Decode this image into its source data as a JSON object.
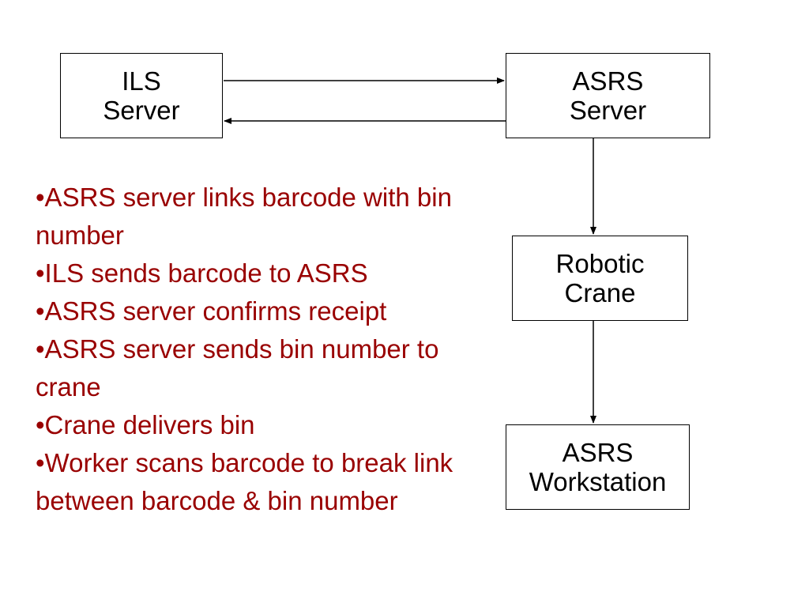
{
  "boxes": {
    "ils_server": {
      "line1": "ILS",
      "line2": "Server"
    },
    "asrs_server": {
      "line1": "ASRS",
      "line2": "Server"
    },
    "robotic_crane": {
      "line1": "Robotic",
      "line2": "Crane"
    },
    "asrs_workstation": {
      "line1": "ASRS",
      "line2": "Workstation"
    }
  },
  "bullets": [
    "•ASRS server links barcode with bin number",
    "•ILS sends barcode to ASRS",
    "•ASRS server confirms receipt",
    "•ASRS server sends bin number to crane",
    "•Crane delivers bin",
    "•Worker scans barcode to break link between barcode & bin number"
  ],
  "colors": {
    "bullet_text": "#990000",
    "box_border": "#000000",
    "arrow": "#000000"
  }
}
